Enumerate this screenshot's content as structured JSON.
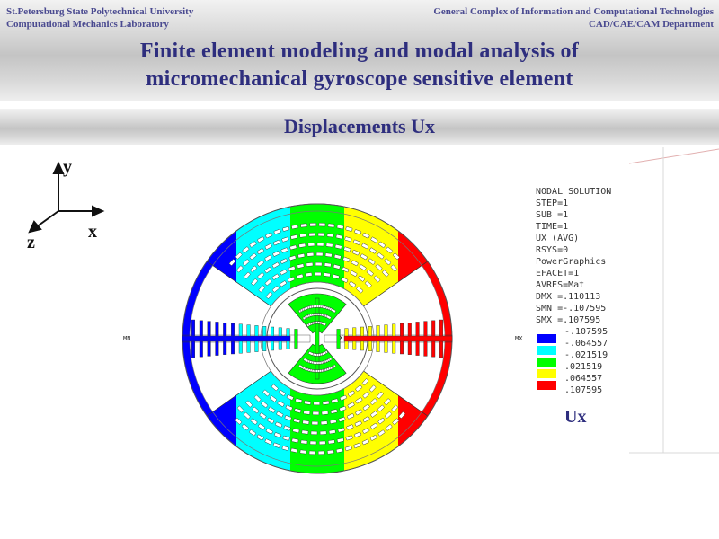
{
  "header": {
    "left_line1": "St.Petersburg State Polytechnical University",
    "left_line2": "Computational Mechanics Laboratory",
    "right_line1": "General Complex of Information and Computational Technologies",
    "right_line2": "CAD/CAE/CAM Department"
  },
  "title": {
    "line1": "Finite element modeling and modal analysis of",
    "line2": "micromechanical gyroscope sensitive element"
  },
  "subtitle": "Displacements Ux",
  "axes": {
    "y": "y",
    "x": "x",
    "z": "z"
  },
  "fem_plot": {
    "info_lines": [
      "NODAL SOLUTION",
      "STEP=1",
      "SUB =1",
      "TIME=1",
      "UX       (AVG)",
      "RSYS=0",
      "PowerGraphics",
      "EFACET=1",
      "AVRES=Mat",
      "DMX =.110113",
      "SMN =-.107595",
      "SMX =.107595"
    ],
    "contour_levels": [
      "-.107595",
      "-.064557",
      "-.021519",
      ".021519",
      ".064557",
      ".107595"
    ],
    "contour_colors": [
      "#0000ff",
      "#00ffff",
      "#00ff00",
      "#ffff00",
      "#ff0000"
    ],
    "markers": {
      "mn": "MN",
      "mx": "MX",
      "x": "X"
    },
    "quantity_label": "Ux"
  }
}
